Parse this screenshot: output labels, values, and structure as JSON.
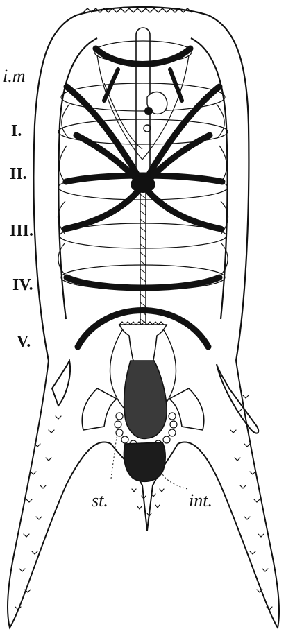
{
  "labels": {
    "im": "i.m",
    "ring_1": "I.",
    "ring_2": "II.",
    "ring_3": "III.",
    "ring_4": "IV.",
    "ring_5": "V.",
    "st": "st.",
    "int": "int."
  },
  "colors": {
    "ink": "#111111",
    "paper": "#ffffff"
  }
}
